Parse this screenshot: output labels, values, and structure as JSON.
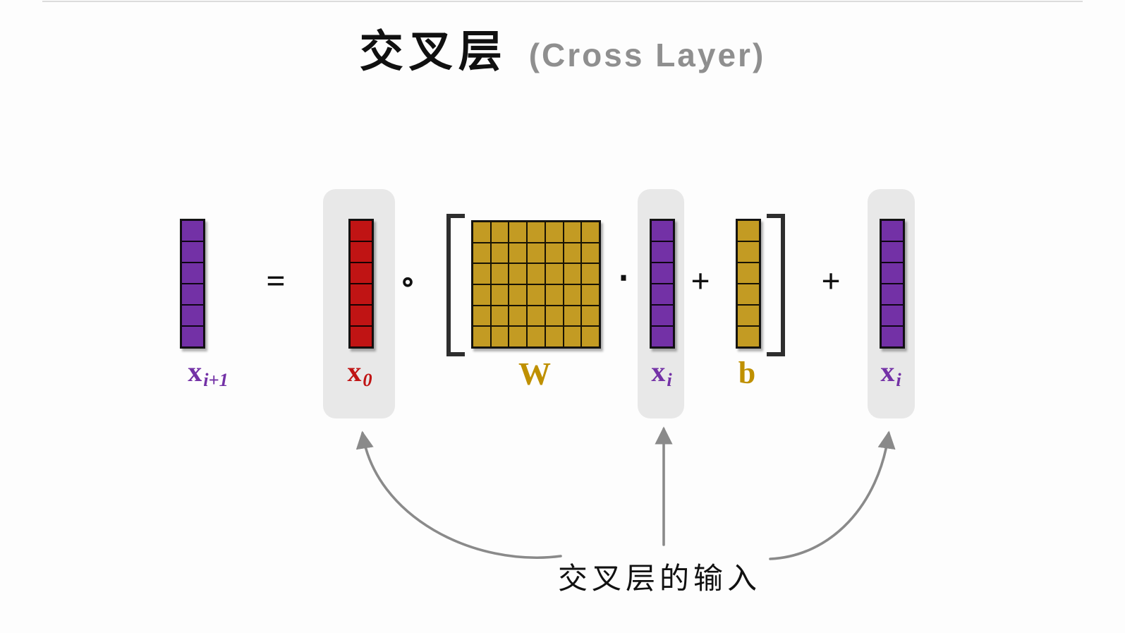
{
  "title": {
    "zh": "交叉层",
    "en": "(Cross Layer)"
  },
  "equation": {
    "equals": "=",
    "hadamard": "∘",
    "dot": "⋅",
    "plus_bias": "+",
    "plus_residual": "+"
  },
  "labels": {
    "x_next": {
      "base": "x",
      "sub": "i+1"
    },
    "x0": {
      "base": "x",
      "sub": "0"
    },
    "W": "W",
    "xi": {
      "base": "x",
      "sub": "i"
    },
    "b": "b",
    "xi_residual": {
      "base": "x",
      "sub": "i"
    }
  },
  "annotation": {
    "text": "交叉层的输入"
  },
  "grids": {
    "vector": {
      "rows": 6,
      "cols": 1
    },
    "matrix": {
      "rows": 6,
      "cols": 7
    }
  },
  "colors": {
    "purple": "#7331A6",
    "red": "#C01414",
    "gold": "#C39B23",
    "gold_text": "#BF9000",
    "highlight_bg": "#E8E8E8",
    "arrow": "#8A8A8A",
    "title_gray": "#8F8F8F"
  }
}
